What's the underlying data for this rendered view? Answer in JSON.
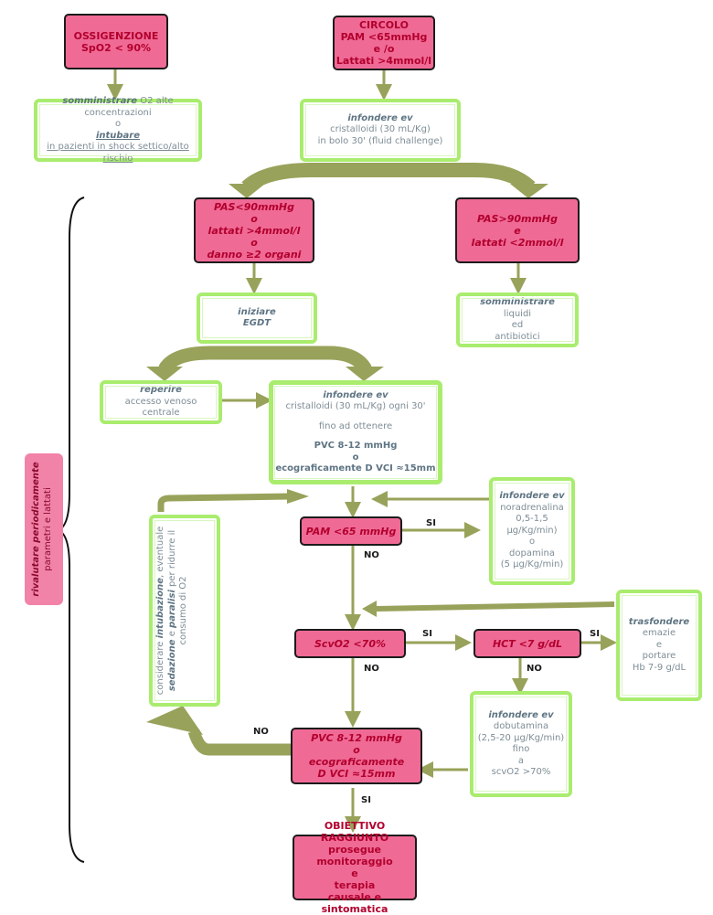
{
  "nodes": {
    "ossigenzione": {
      "line1": "OSSIGENZIONE",
      "line2": "SpO2 < 90%"
    },
    "circolo": {
      "line1": "CIRCOLO",
      "line2": "PAM <65mmHg",
      "line3": "e /o",
      "line4": "Lattati >4mmol/l"
    },
    "somministrare_o2": {
      "kw": "somministrare",
      "text1": " O2 alte concentrazioni",
      "text2": "o",
      "kw2": "intubare",
      "text3": "in pazienti in shock settico/alto rischio"
    },
    "infondere_bolo": {
      "kw": "infondere ev",
      "text1": "cristalloidi (30 mL/Kg)",
      "text2": "in bolo 30' (fluid challenge)"
    },
    "pas90_low": {
      "line1": "PAS<90mmHg",
      "line2": "o",
      "line3": "lattati >4mmol/l",
      "line4": "o",
      "line5": "danno ≥2 organi"
    },
    "pas90_high": {
      "line1": "PAS>90mmHg",
      "line2": "e",
      "line3": "lattati <2mmol/l"
    },
    "iniziare_egdt": {
      "kw1": "iniziare",
      "kw2": "EGDT"
    },
    "somministrare_liquidi": {
      "kw": "somministrare",
      "text1": "liquidi",
      "text2": "ed",
      "text3": "antibiotici"
    },
    "reperire": {
      "kw": "reperire",
      "text1": "accesso venoso",
      "text2": "centrale"
    },
    "infondere_30": {
      "kw": "infondere ev",
      "text1": "cristalloidi (30 mL/Kg) ogni 30'",
      "text2": "fino ad ottenere",
      "bold1": "PVC 8-12 mmHg",
      "bold2": "o",
      "bold3": "ecograficamente D VCI ≈15mm"
    },
    "pam65": {
      "text": "PAM <65 mmHg"
    },
    "noradrenalina": {
      "kw": "infondere ev",
      "text1": "noradrenalina",
      "text2": "0,5-1,5 µg/Kg/min)",
      "text3": "o",
      "text4": "dopamina",
      "text5": "(5 µg/Kg/min)"
    },
    "scvo2": {
      "text": "ScvO2 <70%"
    },
    "hct": {
      "text": "HCT <7 g/dL"
    },
    "trasfondere": {
      "kw": "trasfondere",
      "text1": "emazie",
      "text2": "e",
      "text3": "portare",
      "text4": "Hb 7-9 g/dL"
    },
    "dobutamina": {
      "kw": "infondere ev",
      "text1": "dobutamina",
      "text2": "(2,5-20 µg/Kg/min)",
      "text3": "fino",
      "text4": "a",
      "text5": "scvO2 >70%"
    },
    "pvc_check": {
      "line1": "PVC 8-12 mmHg",
      "line2": "o",
      "line3": "ecograficamente",
      "line4": "D VCI ≈15mm"
    },
    "obiettivo": {
      "line1": "OBIETTIVO RAGGIUNTO",
      "line2": "prosegue monitoraggio",
      "line3": "e",
      "line4": "terapia",
      "line5": "causale e sintomatica"
    },
    "considerare": {
      "text1": "considerare ",
      "kw1": "intubazione",
      "text2": ", eventuale",
      "kw2": "sedazione",
      "text3": " e ",
      "kw3": "paralisi",
      "text4": " per ridurre il",
      "text5": "consumo di O2"
    },
    "rivalutare": {
      "kw": "rivalutare periodicamente",
      "text": "parametri e  lattati"
    }
  },
  "labels": {
    "si": "SI",
    "no": "NO"
  },
  "colors": {
    "pink_fill": "#f06a96",
    "pink_text": "#b2002d",
    "green_border": "#a9ec6e",
    "arrow": "#99a25a",
    "gray_text": "#7e8d96"
  }
}
